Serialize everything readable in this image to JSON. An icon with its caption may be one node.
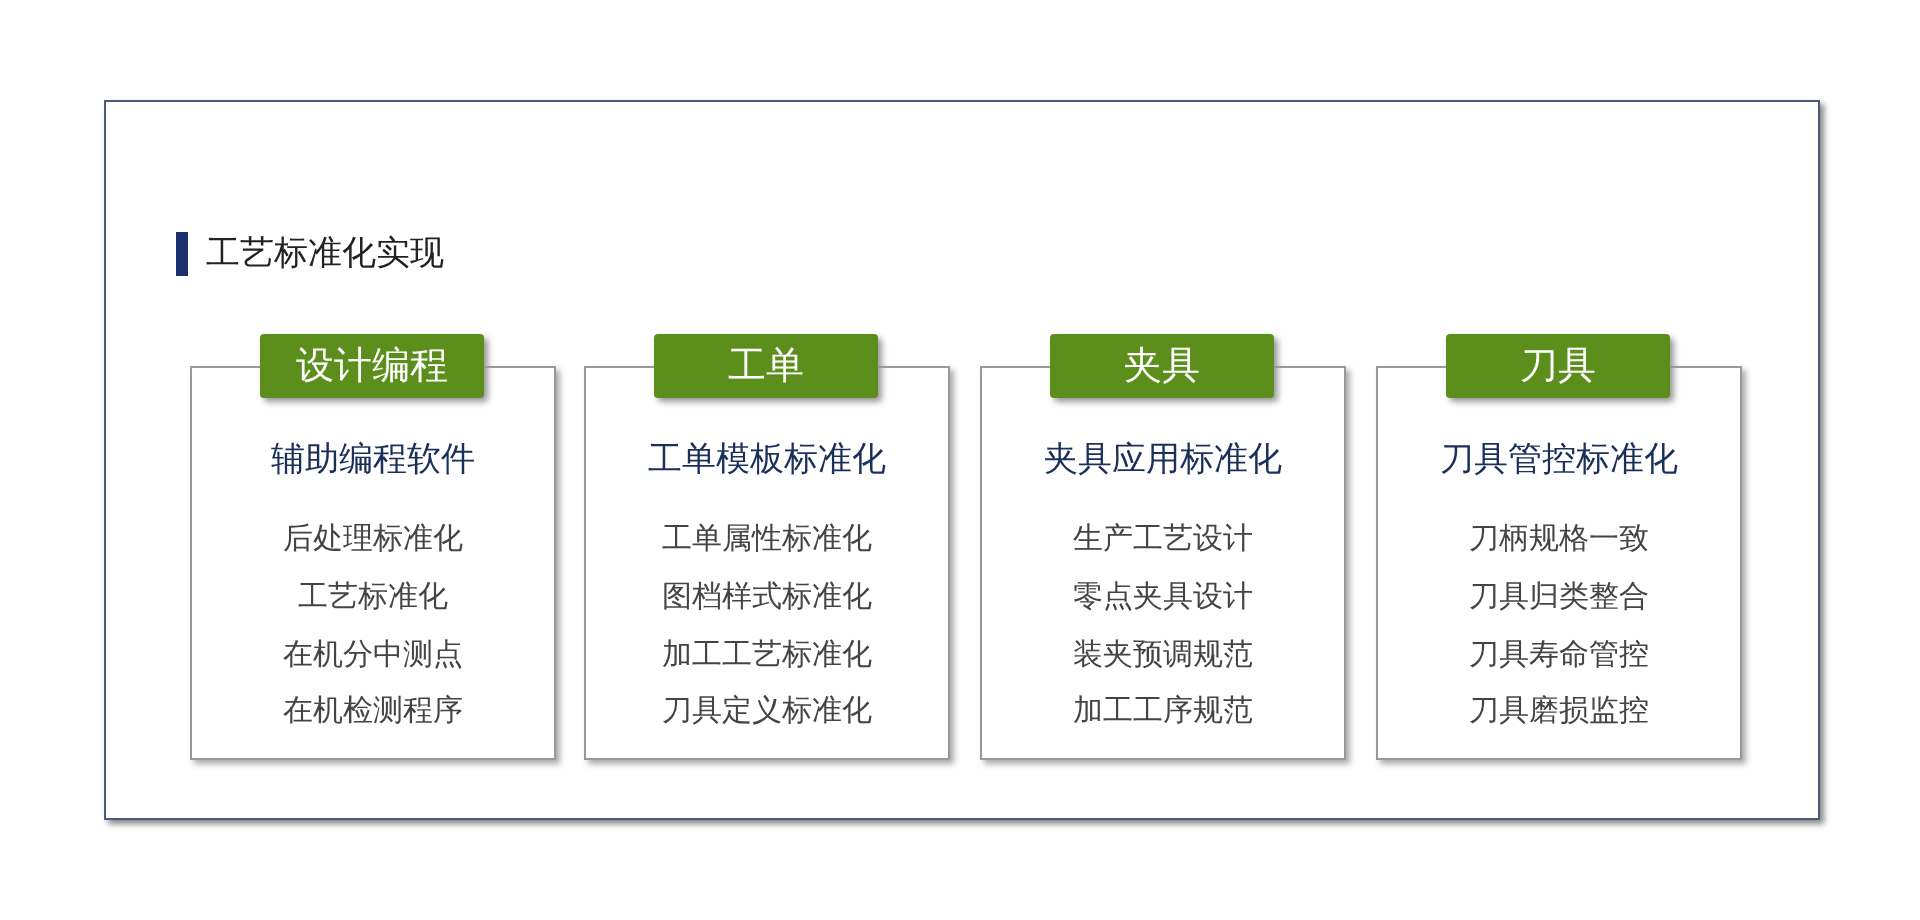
{
  "diagram": {
    "title": "工艺标准化实现",
    "nodes": [
      {
        "text": [
          "设计编程"
        ]
      },
      {
        "text": [
          "辅助编程软件",
          "后处理标准化",
          "工艺标准化",
          "在机分中测点",
          "在机检测程序"
        ]
      },
      {
        "text": [
          "工单"
        ]
      },
      {
        "text": [
          "工单模板标准化",
          "工单属性标准化",
          "图档样式标准化",
          "加工工艺标准化",
          "刀具定义标准化"
        ]
      },
      {
        "text": [
          "夹具"
        ]
      },
      {
        "text": [
          "夹具应用标准化",
          "生产工艺设计",
          "零点夹具设计",
          "装夹预调规范",
          "加工工序规范"
        ]
      },
      {
        "text": [
          "刀具"
        ]
      },
      {
        "text": [
          "刀具管控标准化",
          "刀柄规格一致",
          "刀具归类整合",
          "刀具寿命管控",
          "刀具磨损监控"
        ]
      }
    ],
    "edges": []
  }
}
